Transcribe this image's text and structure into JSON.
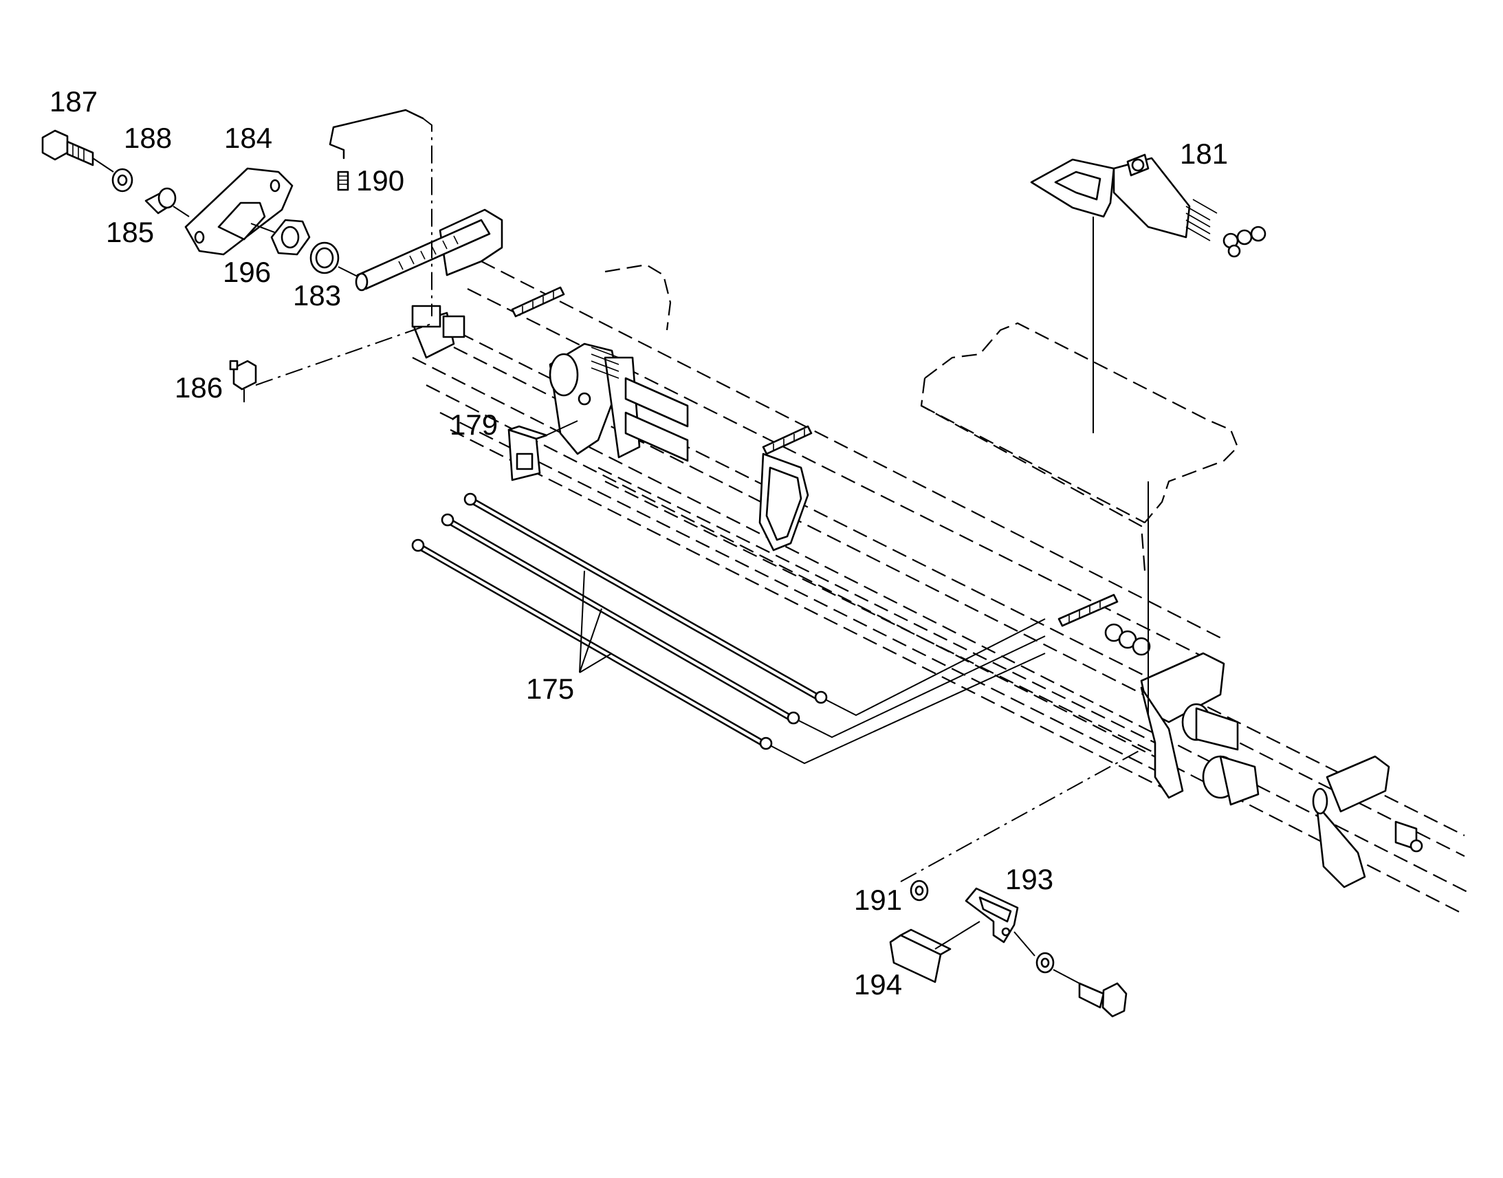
{
  "diagram": {
    "labels": [
      "187",
      "188",
      "184",
      "185",
      "196",
      "183",
      "190",
      "186",
      "179",
      "181",
      "175",
      "191",
      "193",
      "194"
    ]
  }
}
